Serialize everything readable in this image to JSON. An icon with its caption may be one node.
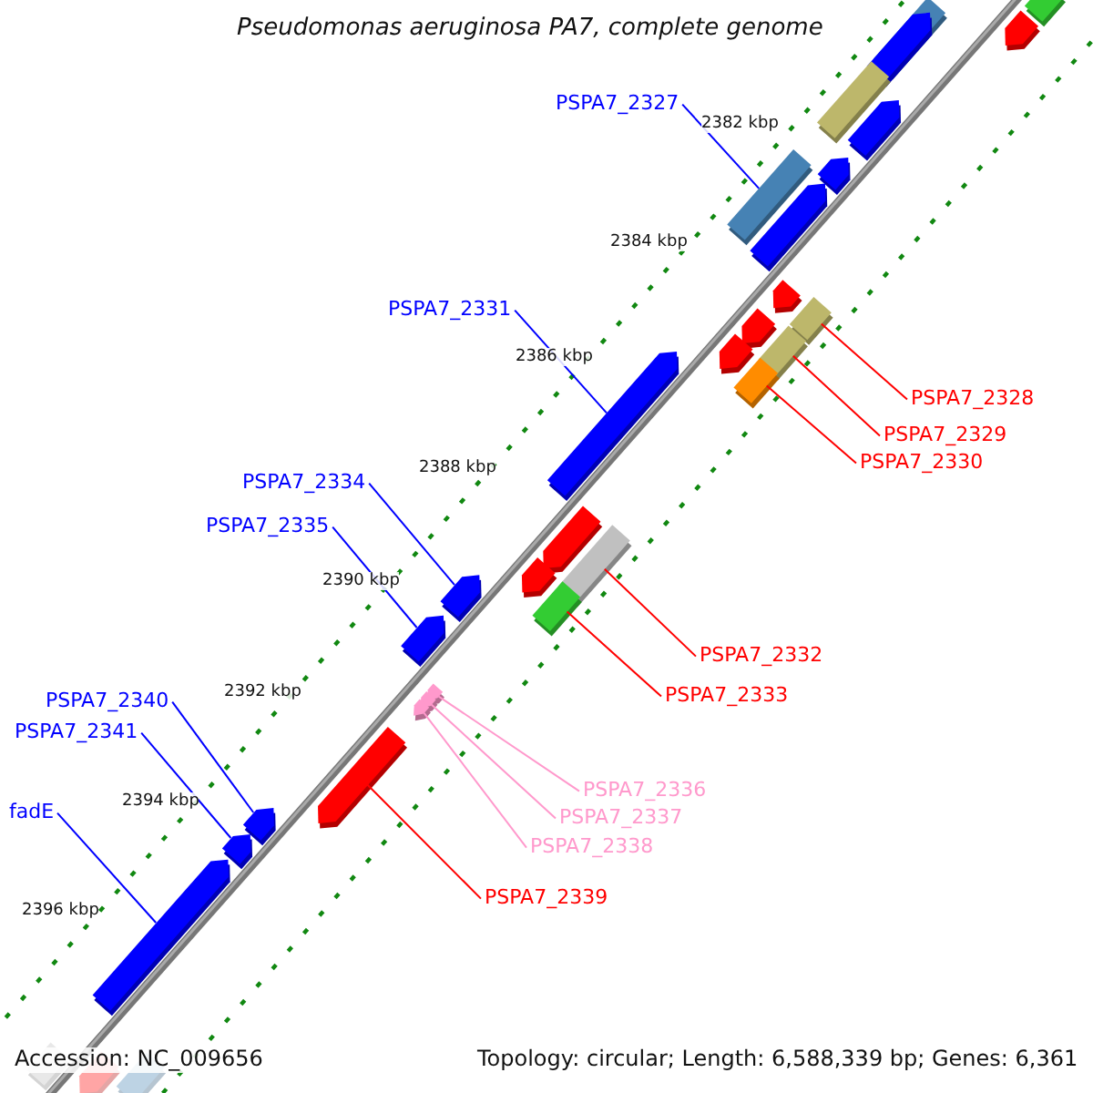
{
  "diagram": {
    "title": "Pseudomonas aeruginosa PA7, complete genome",
    "nodes": [
      {
        "text": [
          "PSPA7_2327"
        ]
      },
      {
        "text": [],
        "shape": "box"
      },
      {
        "text": [
          "PSPA7_2331"
        ]
      },
      {
        "text": [],
        "shape": "arrow"
      },
      {
        "text": [
          "PSPA7_2328"
        ]
      },
      {
        "text": [],
        "shape": "box"
      },
      {
        "text": [
          "PSPA7_2329"
        ]
      },
      {
        "text": [],
        "shape": "box"
      },
      {
        "text": [
          "PSPA7_2330"
        ]
      },
      {
        "text": [],
        "shape": "box"
      },
      {
        "text": [
          "PSPA7_2334"
        ]
      },
      {
        "text": [],
        "shape": "arrow"
      },
      {
        "text": [
          "PSPA7_2335"
        ]
      },
      {
        "text": [],
        "shape": "arrow"
      },
      {
        "text": [
          "PSPA7_2332"
        ]
      },
      {
        "text": [],
        "shape": "box"
      },
      {
        "text": [
          "PSPA7_2333"
        ]
      },
      {
        "text": [],
        "shape": "box"
      },
      {
        "text": [
          "PSPA7_2340"
        ]
      },
      {
        "text": [],
        "shape": "arrow"
      },
      {
        "text": [
          "PSPA7_2341"
        ]
      },
      {
        "text": [],
        "shape": "arrow"
      },
      {
        "text": [
          "fadE"
        ]
      },
      {
        "text": [],
        "shape": "arrow"
      },
      {
        "text": [
          "PSPA7_2336"
        ]
      },
      {
        "text": [],
        "shape": "arrow"
      },
      {
        "text": [
          "PSPA7_2337"
        ]
      },
      {
        "text": [],
        "shape": "arrow"
      },
      {
        "text": [
          "PSPA7_2338"
        ]
      },
      {
        "text": [],
        "shape": "arrow"
      },
      {
        "text": [
          "PSPA7_2339"
        ]
      },
      {
        "text": [],
        "shape": "arrow"
      },
      {
        "text": [],
        "shape": "box"
      },
      {
        "text": [],
        "shape": "arrow"
      },
      {
        "text": [],
        "shape": "box"
      },
      {
        "text": [],
        "shape": "arrow"
      },
      {
        "text": [],
        "shape": "box"
      },
      {
        "text": [],
        "shape": "arrow"
      },
      {
        "text": [],
        "shape": "arrow"
      },
      {
        "text": [],
        "shape": "arrow"
      },
      {
        "text": [],
        "shape": "arrow"
      },
      {
        "text": [],
        "shape": "arrow"
      },
      {
        "text": [],
        "shape": "arrow"
      },
      {
        "text": [],
        "shape": "arrow"
      },
      {
        "text": [],
        "shape": "arrow"
      },
      {
        "text": [],
        "shape": "box"
      },
      {
        "text": [],
        "shape": "arrow"
      },
      {
        "text": [],
        "shape": "box"
      }
    ],
    "edges": [
      {
        "from": 0,
        "to": 1,
        "arrow": "none"
      },
      {
        "from": 2,
        "to": 3,
        "arrow": "none"
      },
      {
        "from": 4,
        "to": 5,
        "arrow": "none",
        "color": "#ff0000"
      },
      {
        "from": 6,
        "to": 7,
        "arrow": "none",
        "color": "#ff0000"
      },
      {
        "from": 8,
        "to": 9,
        "arrow": "none",
        "color": "#ff0000"
      },
      {
        "from": 10,
        "to": 11,
        "arrow": "none"
      },
      {
        "from": 12,
        "to": 13,
        "arrow": "none"
      },
      {
        "from": 14,
        "to": 15,
        "arrow": "none",
        "color": "#ff0000"
      },
      {
        "from": 16,
        "to": 17,
        "arrow": "none",
        "color": "#ff0000"
      },
      {
        "from": 18,
        "to": 19,
        "arrow": "none"
      },
      {
        "from": 20,
        "to": 21,
        "arrow": "none"
      },
      {
        "from": 22,
        "to": 23,
        "arrow": "none"
      },
      {
        "from": 24,
        "to": 25,
        "arrow": "none",
        "color": "#ff99cc"
      },
      {
        "from": 26,
        "to": 27,
        "arrow": "none",
        "color": "#ff99cc"
      },
      {
        "from": 28,
        "to": 29,
        "arrow": "none",
        "color": "#ff99cc"
      },
      {
        "from": 30,
        "to": 31,
        "arrow": "none",
        "color": "#ff0000"
      }
    ],
    "labels": [
      "2382 kbp",
      "2384 kbp",
      "2386 kbp",
      "2388 kbp",
      "2390 kbp",
      "2392 kbp",
      "2394 kbp",
      "2396 kbp",
      "Accession: NC_009656",
      "Topology: circular; Length: 6,588,339 bp; Genes: 6,361"
    ]
  }
}
